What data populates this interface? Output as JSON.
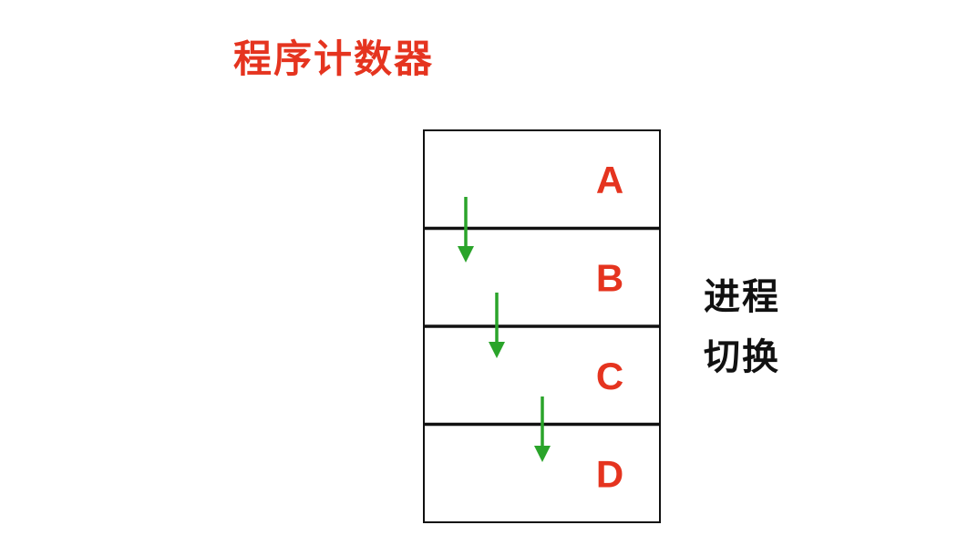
{
  "title": "程序计数器",
  "processes": [
    "A",
    "B",
    "C",
    "D"
  ],
  "switch_label": {
    "line1": "进程",
    "line2": "切换"
  },
  "colors": {
    "title": "#e5341f",
    "process_label": "#e5341f",
    "arrow": "#2aa42a",
    "border": "#111111",
    "side_label": "#111111"
  }
}
